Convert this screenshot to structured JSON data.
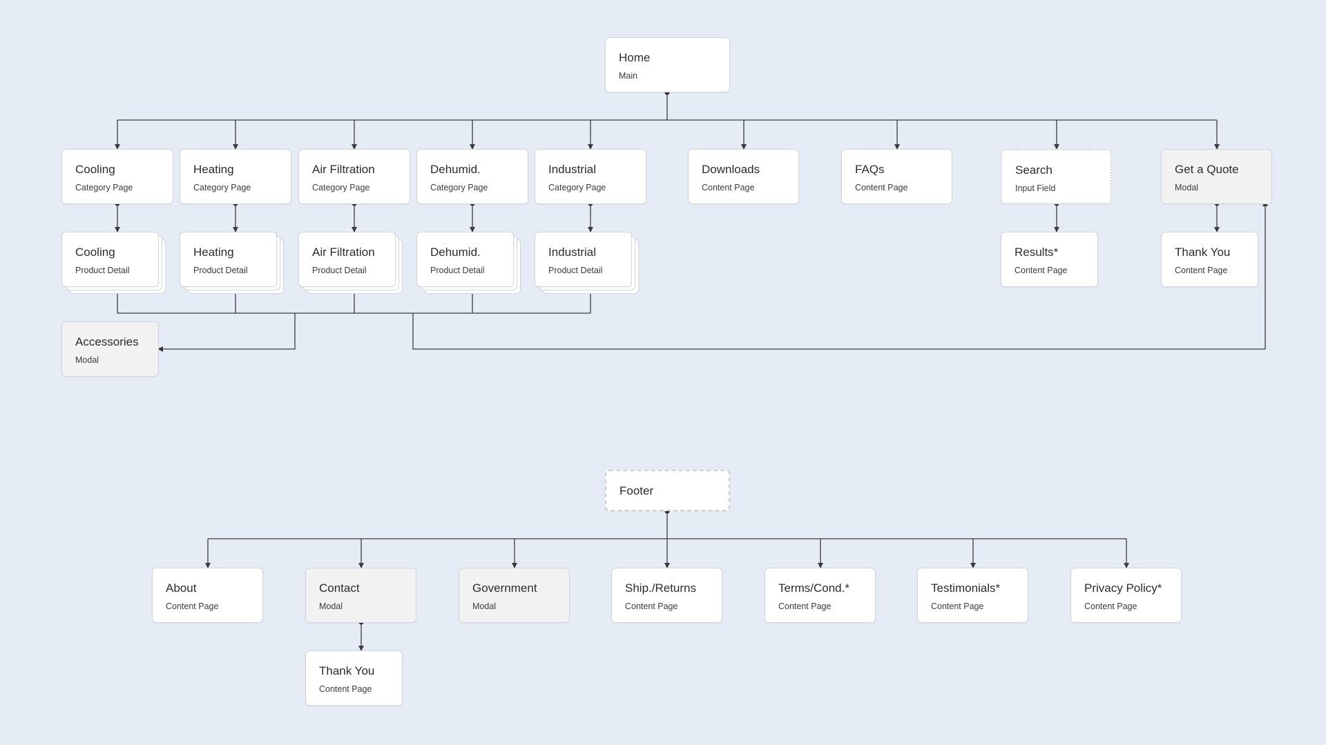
{
  "colors": {
    "background": "#e5ecf6",
    "card": "#ffffff",
    "modal_card": "#f2f2f2",
    "connector": "#3b3b3b"
  },
  "nodes": {
    "home": {
      "title": "Home",
      "sub": "Main"
    },
    "cooling_cat": {
      "title": "Cooling",
      "sub": "Category Page"
    },
    "heating_cat": {
      "title": "Heating",
      "sub": "Category Page"
    },
    "air_cat": {
      "title": "Air Filtration",
      "sub": "Category Page"
    },
    "dehumid_cat": {
      "title": "Dehumid.",
      "sub": "Category Page"
    },
    "industrial_cat": {
      "title": "Industrial",
      "sub": "Category Page"
    },
    "downloads": {
      "title": "Downloads",
      "sub": "Content Page"
    },
    "faqs": {
      "title": "FAQs",
      "sub": "Content Page"
    },
    "search": {
      "title": "Search",
      "sub": "Input Field"
    },
    "quote": {
      "title": "Get a Quote",
      "sub": "Modal"
    },
    "cooling_pd": {
      "title": "Cooling",
      "sub": "Product Detail"
    },
    "heating_pd": {
      "title": "Heating",
      "sub": "Product Detail"
    },
    "air_pd": {
      "title": "Air Filtration",
      "sub": "Product Detail"
    },
    "dehumid_pd": {
      "title": "Dehumid.",
      "sub": "Product Detail"
    },
    "industrial_pd": {
      "title": "Industrial",
      "sub": "Product Detail"
    },
    "results": {
      "title": "Results*",
      "sub": "Content Page"
    },
    "thankyou_quote": {
      "title": "Thank You",
      "sub": "Content Page"
    },
    "accessories": {
      "title": "Accessories",
      "sub": "Modal"
    },
    "footer": {
      "title": "Footer"
    },
    "about": {
      "title": "About",
      "sub": "Content Page"
    },
    "contact": {
      "title": "Contact",
      "sub": "Modal"
    },
    "government": {
      "title": "Government",
      "sub": "Modal"
    },
    "ship": {
      "title": "Ship./Returns",
      "sub": "Content Page"
    },
    "terms": {
      "title": "Terms/Cond.*",
      "sub": "Content Page"
    },
    "testimonials": {
      "title": "Testimonials*",
      "sub": "Content Page"
    },
    "privacy": {
      "title": "Privacy Policy*",
      "sub": "Content Page"
    },
    "thankyou_contact": {
      "title": "Thank You",
      "sub": "Content Page"
    }
  }
}
